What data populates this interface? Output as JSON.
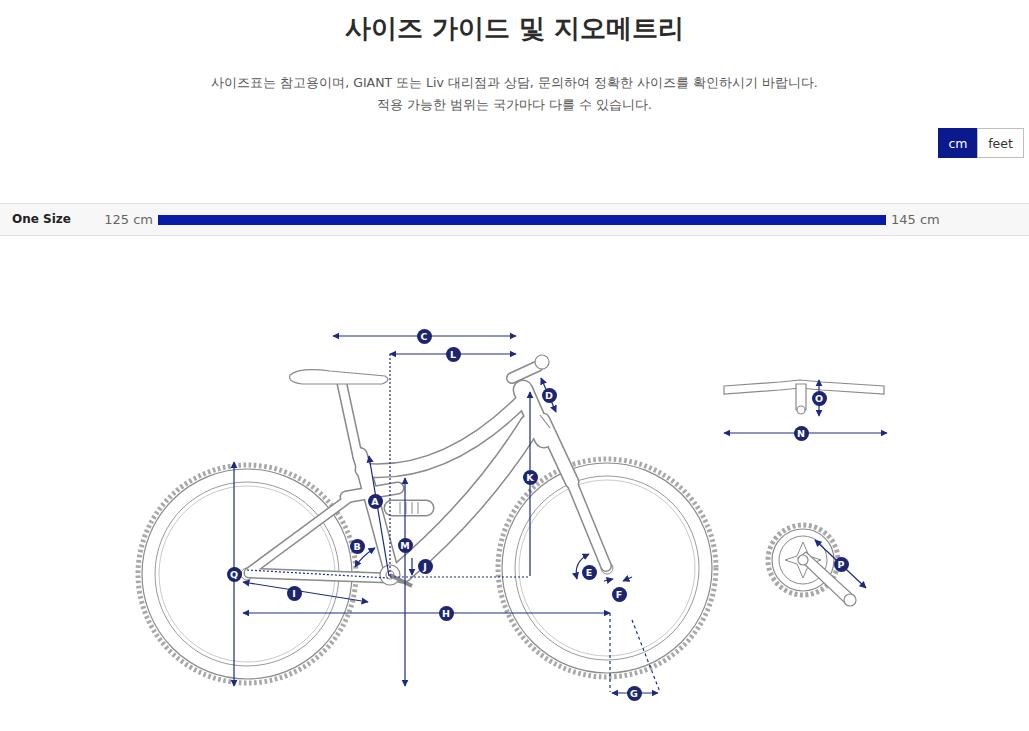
{
  "diagram": {
    "title": "사이즈 가이드 및 지오메트리",
    "nodes": [
      {
        "text": [
          "cm"
        ]
      },
      {
        "text": [
          "feet"
        ]
      },
      {
        "text": [
          "One Size",
          "125 cm",
          "145 cm"
        ]
      },
      {
        "text": [
          "C"
        ]
      },
      {
        "text": [
          "L"
        ]
      },
      {
        "text": [
          "D"
        ]
      },
      {
        "text": [
          "O"
        ]
      },
      {
        "text": [
          "N"
        ]
      },
      {
        "text": [
          "K"
        ]
      },
      {
        "text": [
          "A"
        ]
      },
      {
        "text": [
          "B"
        ]
      },
      {
        "text": [
          "M"
        ]
      },
      {
        "text": [
          "P"
        ]
      },
      {
        "text": [
          "J"
        ]
      },
      {
        "text": [
          "E"
        ]
      },
      {
        "text": [
          "Q"
        ]
      },
      {
        "text": [
          "I"
        ]
      },
      {
        "text": [
          "F"
        ]
      },
      {
        "text": [
          "H"
        ]
      },
      {
        "text": [
          "G"
        ]
      }
    ],
    "labels": [
      "사이즈표는 참고용이며, GIANT 또는 Liv 대리점과 상담, 문의하여 정확한 사이즈를 확인하시기 바랍니다.",
      "적용 가능한 범위는 국가마다 다를 수 있습니다."
    ]
  }
}
